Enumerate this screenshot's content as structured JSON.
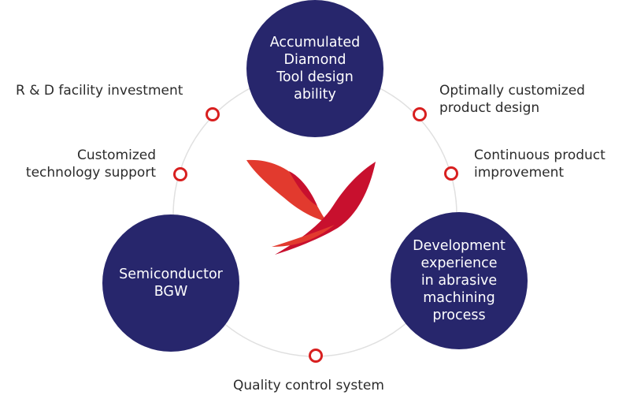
{
  "colors": {
    "circle_fill": "#27266c",
    "ring": "#e0e0e0",
    "accent_red": "#d81f1f",
    "logo_red_dark": "#c8102e",
    "logo_red_light": "#e23a2e",
    "text": "#2b2b2b"
  },
  "icons": {
    "logo": "stylized-bird-logo-icon"
  },
  "hubs": [
    {
      "text": "Accumulated\nDiamond\nTool design\nability"
    },
    {
      "text": "Semiconductor\nBGW"
    },
    {
      "text": "Development\nexperience\nin abrasive\nmachining\nprocess"
    }
  ],
  "labels": {
    "rd": "R & D facility investment",
    "customized_support": "Customized\ntechnology support",
    "optimally": "Optimally customized\nproduct design",
    "continuous": "Continuous product\nimprovement",
    "quality": "Quality control system"
  }
}
